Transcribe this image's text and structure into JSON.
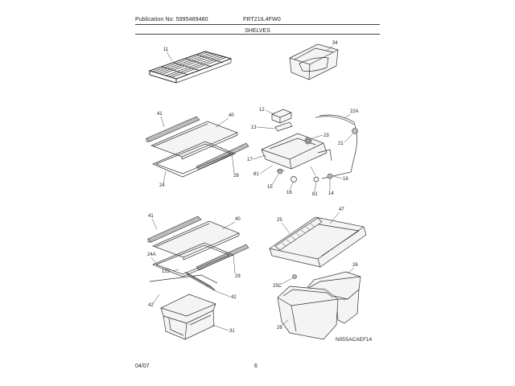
{
  "header": {
    "publication": "Publication No: 5995489480",
    "model": "FRT21IL4FW0"
  },
  "title": "SHELVES",
  "footer": {
    "date": "04/07",
    "page": "6"
  },
  "diagram_code": "N05SACAEF14",
  "callouts": {
    "c11": "11",
    "c34": "34",
    "c41a": "41",
    "c40a": "40",
    "c29a": "29",
    "c24": "24",
    "c12": "12",
    "c13": "13",
    "c22a": "22A",
    "c23": "23",
    "c21": "21",
    "c17": "17",
    "c81a": "81",
    "c15": "15",
    "c16": "16",
    "c81b": "81",
    "c14": "14",
    "c18": "18",
    "c41b": "41",
    "c40b": "40",
    "c24a": "24A",
    "c123": "123",
    "c29b": "29",
    "c42a": "42",
    "c42b": "42",
    "c31": "31",
    "c25": "25",
    "c47": "47",
    "c26a": "26",
    "c25c": "25C",
    "c26b": "26"
  }
}
